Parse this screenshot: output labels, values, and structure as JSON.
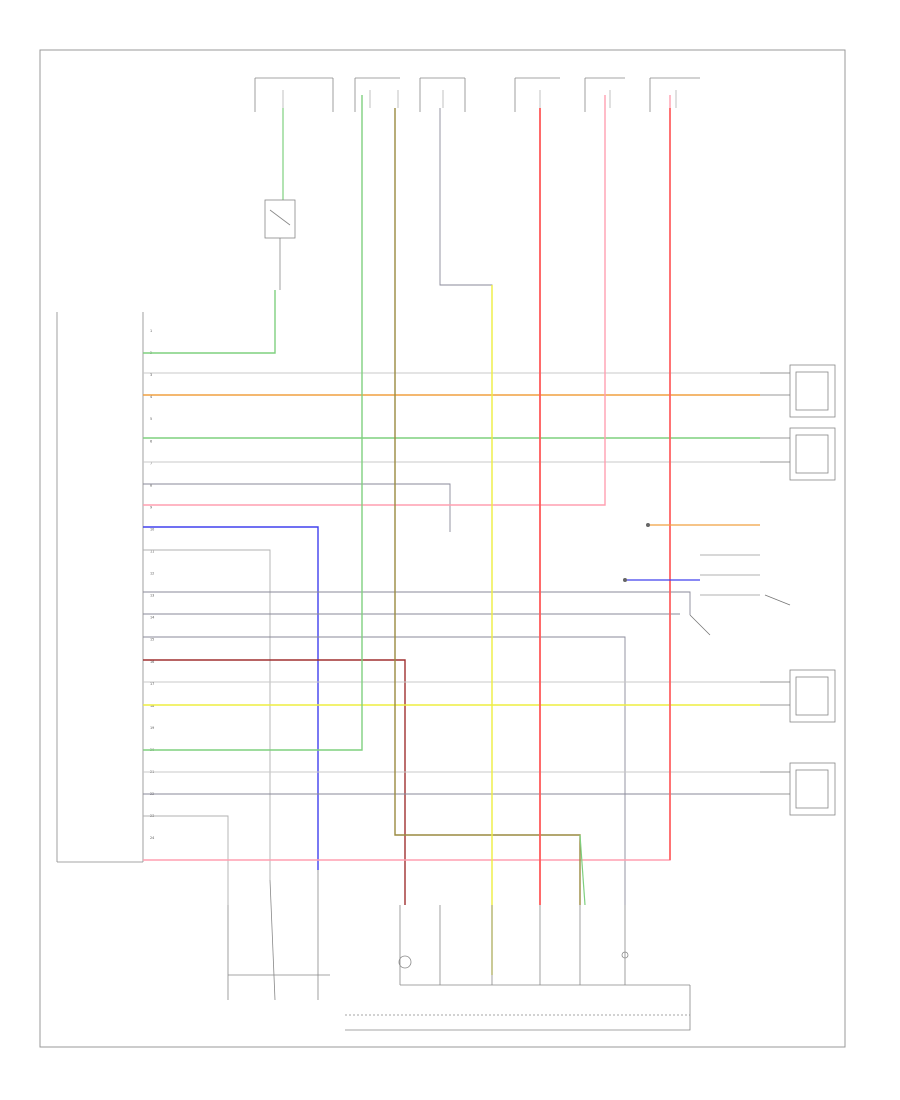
{
  "diagram": {
    "footer_code": "",
    "fuses": [
      {
        "label": "",
        "value": ""
      },
      {
        "label": "",
        "value": ""
      },
      {
        "label": "",
        "value": ""
      },
      {
        "label": "",
        "value": ""
      },
      {
        "label": "",
        "value": ""
      },
      {
        "label": "",
        "value": ""
      },
      {
        "label": "",
        "value": ""
      },
      {
        "label": "",
        "value": ""
      }
    ],
    "module_pins": [
      "1",
      "2",
      "3",
      "4",
      "5",
      "6",
      "7",
      "8",
      "9",
      "10",
      "11",
      "12",
      "13",
      "14",
      "15",
      "16",
      "17",
      "18",
      "19",
      "20",
      "21",
      "22",
      "23",
      "24"
    ],
    "colors": {
      "green": "#7fd07f",
      "orange": "#f0a040",
      "blue": "#4040ee",
      "red": "#ff5a5a",
      "pink": "#ff9fb0",
      "yellow": "#eeee40",
      "olive": "#9a8a40",
      "gray": "#8a8a9a",
      "dark_red": "#a03030"
    }
  }
}
